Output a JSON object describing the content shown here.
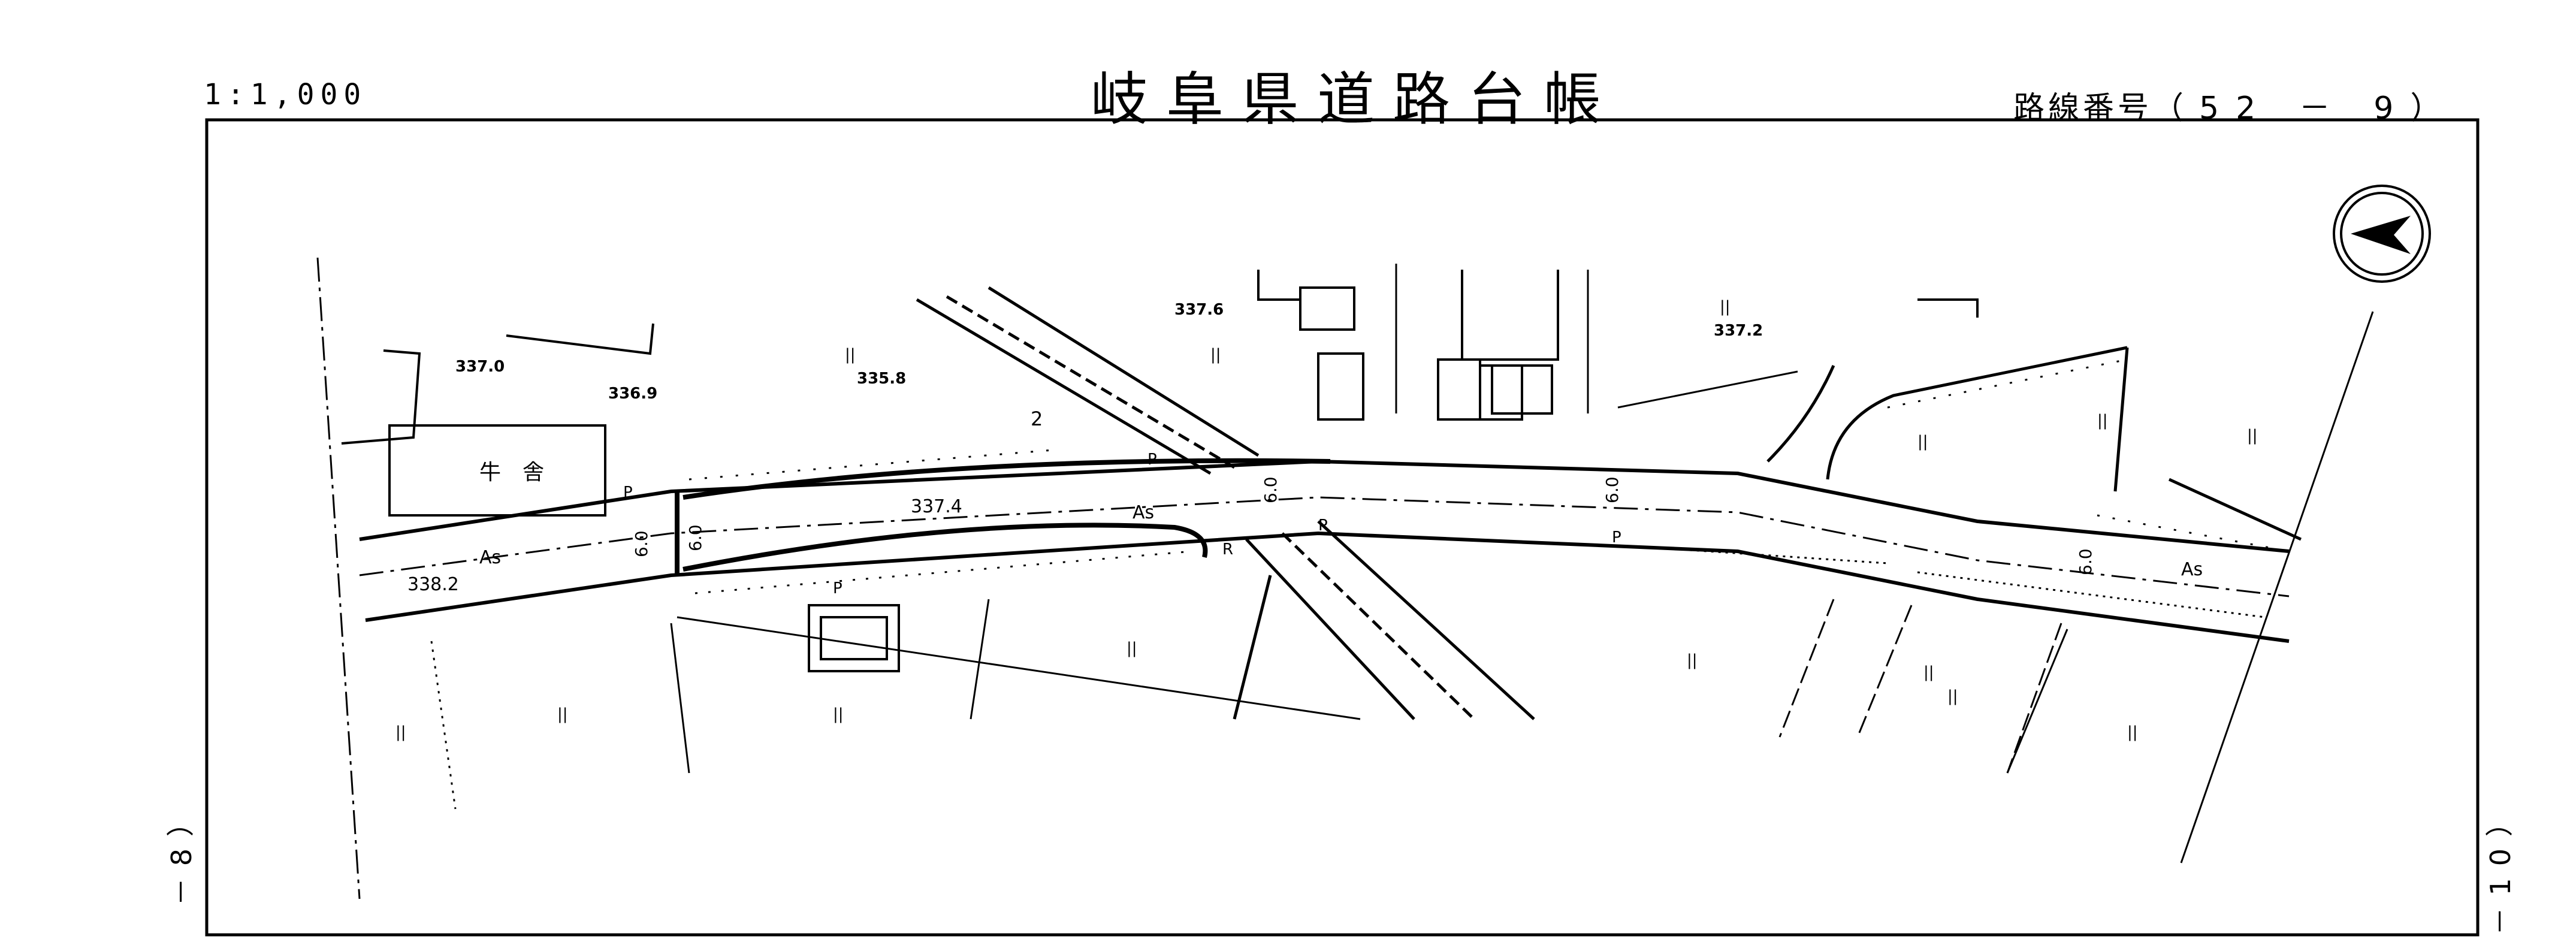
{
  "header": {
    "scale": "1:1,000",
    "title": "岐阜県道路台帳",
    "route_label": "路線番号（",
    "route_number": "52 － 9",
    "route_close": "）"
  },
  "sheets": {
    "prev": "－8）",
    "next": "－10）"
  },
  "map": {
    "barn_label": "牛　舎",
    "elevations": [
      "337.0",
      "336.9",
      "335.8",
      "337.6",
      "337.2",
      "337.4",
      "338.2"
    ],
    "pavement": "As",
    "width_label": "6.0",
    "symbols": {
      "parking": "P",
      "radius": "R",
      "number_2": "2",
      "field": "||"
    }
  }
}
